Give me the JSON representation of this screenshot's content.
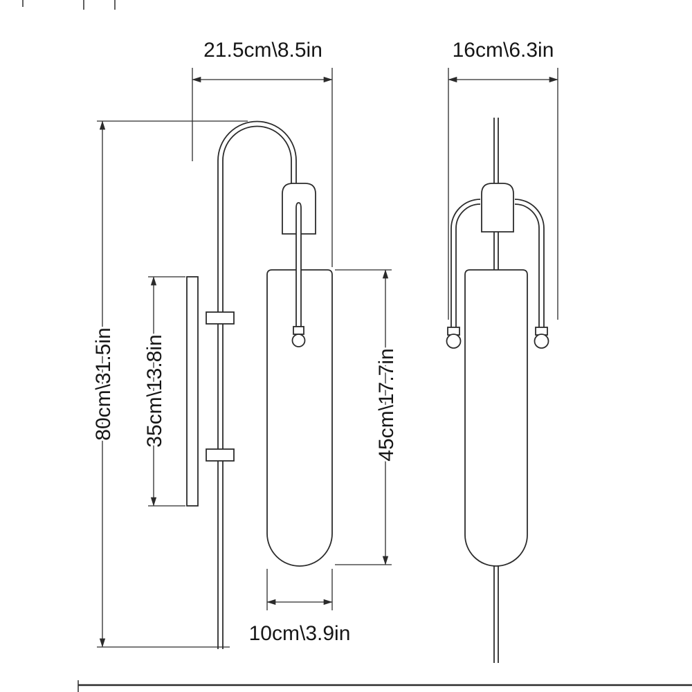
{
  "diagram": {
    "type": "wall-sconce-dimension-drawing",
    "views": {
      "left": "side-view",
      "right": "front-view"
    },
    "dimensions": {
      "overall_width": "21.5cm\\8.5in",
      "front_width": "16cm\\6.3in",
      "overall_height": "80cm\\31.5in",
      "backplate_height": "35cm\\13.8in",
      "shade_height": "45cm\\17.7in",
      "shade_width": "10cm\\3.9in"
    },
    "colors": {
      "line": "#2b2b2b",
      "text": "#161616",
      "background": "#ffffff"
    }
  }
}
